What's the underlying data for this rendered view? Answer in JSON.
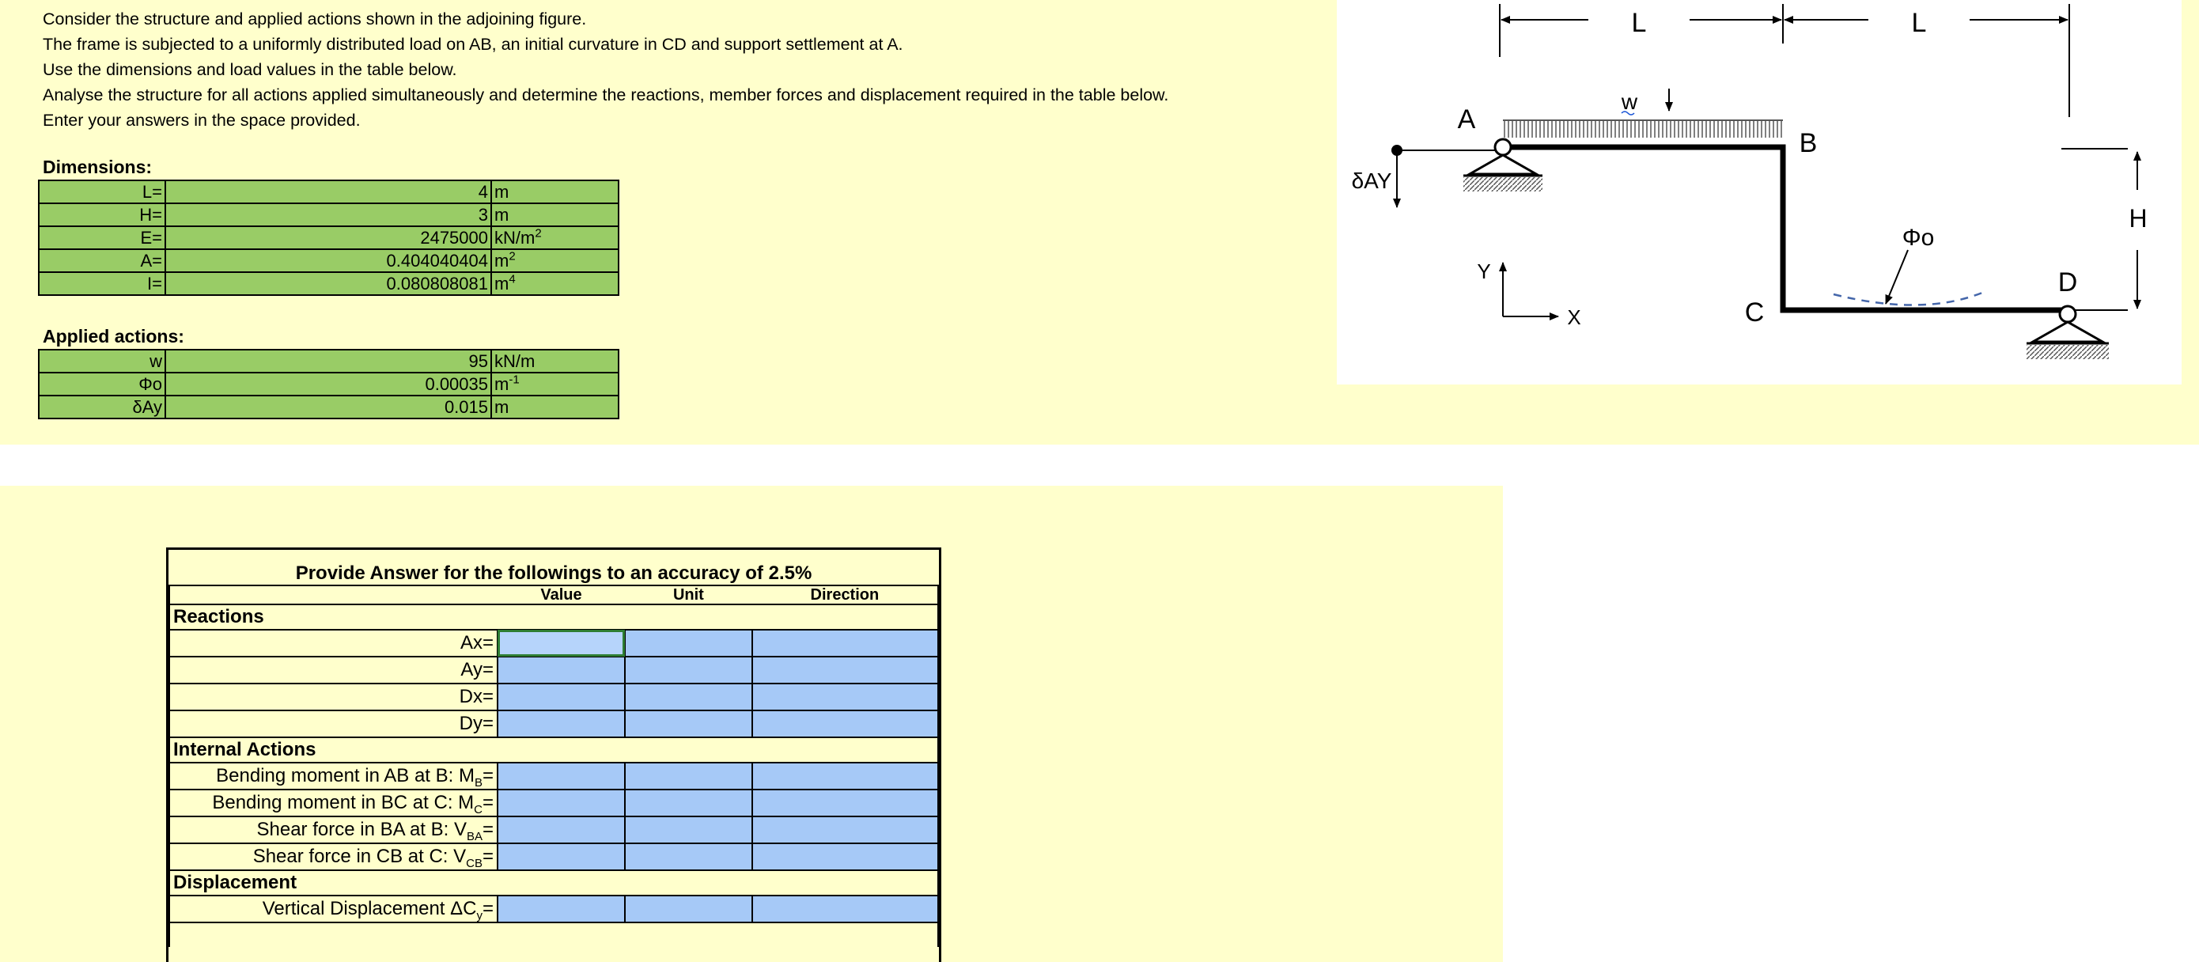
{
  "intro": [
    "Consider the structure and applied actions shown in the adjoining figure.",
    "The frame is subjected to a  uniformly distributed load on AB, an initial curvature in CD and support settlement at A.",
    "Use the dimensions and load values in the table below.",
    "Analyse the structure for all actions applied simultaneously and determine the reactions, member forces and displacement required in the table below.",
    "Enter your answers in the space provided."
  ],
  "dimensions": {
    "title": "Dimensions:",
    "rows": [
      {
        "label": "L=",
        "value": "4",
        "unit": "m",
        "sup": ""
      },
      {
        "label": "H=",
        "value": "3",
        "unit": "m",
        "sup": ""
      },
      {
        "label": "E=",
        "value": "2475000",
        "unit": "kN/m",
        "sup": "2"
      },
      {
        "label": "A=",
        "value": "0.404040404",
        "unit": "m",
        "sup": "2"
      },
      {
        "label": "I=",
        "value": "0.080808081",
        "unit": "m",
        "sup": "4"
      }
    ]
  },
  "actions": {
    "title": "Applied actions:",
    "rows": [
      {
        "label": "w",
        "value": "95",
        "unit": "kN/m",
        "sup": ""
      },
      {
        "label": "Φo",
        "value": "0.00035",
        "unit": "m",
        "sup": "-1"
      },
      {
        "label": "δAy",
        "value": "0.015",
        "unit": "m",
        "sup": ""
      }
    ]
  },
  "answer": {
    "title": "Provide Answer for the followings to an accuracy of 2.5%",
    "col_value": "Value",
    "col_unit": "Unit",
    "col_direction": "Direction",
    "reactions": {
      "title": "Reactions",
      "rows": [
        {
          "pre": "Ax=",
          "sub": "",
          "post": ""
        },
        {
          "pre": "Ay=",
          "sub": "",
          "post": ""
        },
        {
          "pre": "Dx=",
          "sub": "",
          "post": ""
        },
        {
          "pre": "Dy=",
          "sub": "",
          "post": ""
        }
      ]
    },
    "internal": {
      "title": "Internal Actions",
      "rows": [
        {
          "pre": "Bending moment in AB at B: M",
          "sub": "B",
          "post": "="
        },
        {
          "pre": "Bending moment in BC at C: M",
          "sub": "C",
          "post": "="
        },
        {
          "pre": "Shear force in BA at B: V",
          "sub": "BA",
          "post": "="
        },
        {
          "pre": "Shear force in CB at C: V",
          "sub": "CB",
          "post": "="
        }
      ]
    },
    "displacement": {
      "title": "Displacement",
      "rows": [
        {
          "pre": "Vertical Displacement ΔC",
          "sub": "y",
          "post": "="
        }
      ]
    }
  },
  "figure": {
    "label_A": "A",
    "label_B": "B",
    "label_C": "C",
    "label_D": "D",
    "label_L1": "L",
    "label_L2": "L",
    "label_H": "H",
    "label_w": "w",
    "label_phi": "Φo",
    "label_dAY": "δAY",
    "label_X": "X",
    "label_Y": "Y"
  }
}
